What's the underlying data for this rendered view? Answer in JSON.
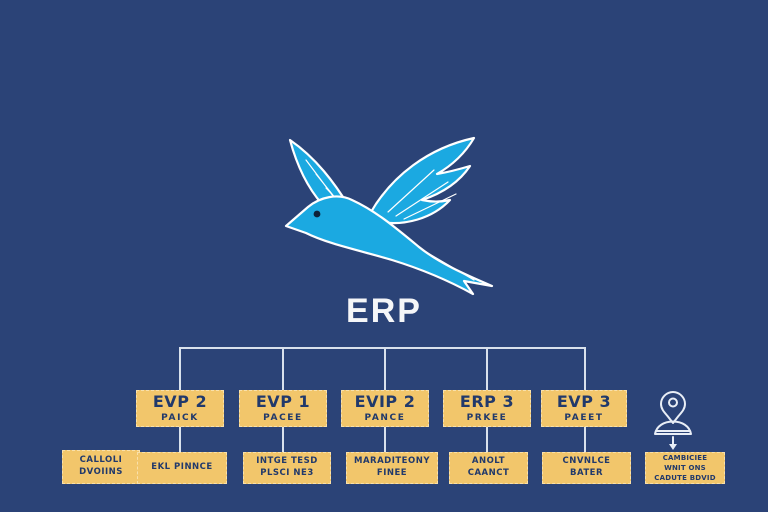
{
  "page": {
    "background": "#2B4377"
  },
  "logo": {
    "icon": "flying-bird-icon",
    "color": "#1BA9E1"
  },
  "root": {
    "label": "ERP"
  },
  "level1_boxes": [
    {
      "title": "EVP 2",
      "subtitle": "PAICK"
    },
    {
      "title": "EVP 1",
      "subtitle": "PACEE"
    },
    {
      "title": "EVIP 2",
      "subtitle": "PANCE"
    },
    {
      "title": "ERP 3",
      "subtitle": "PRKEE"
    },
    {
      "title": "EVP 3",
      "subtitle": "PAEET"
    }
  ],
  "level2_boxes": [
    {
      "lines": [
        "CALLOLI",
        "DVOIINS"
      ]
    },
    {
      "lines": [
        "EKL PINNCE"
      ]
    },
    {
      "lines": [
        "INTGE TESD",
        "PLSCI NE3"
      ]
    },
    {
      "lines": [
        "MARADITEONY",
        "FINEE"
      ]
    },
    {
      "lines": [
        "ANOLT",
        "CAANCT"
      ]
    },
    {
      "lines": [
        "CNVNLCE",
        "BATER"
      ]
    },
    {
      "lines": [
        "CAMBICIEE",
        "WNIT ONS",
        "CADUTE BDVID"
      ]
    }
  ],
  "right_branch": {
    "icon": "person-location-pin-icon"
  },
  "colors": {
    "background": "#2B4377",
    "bird_blue": "#1BA9E1",
    "box_fill": "#F2C66B",
    "box_text": "#21396B",
    "connector": "#D9E1EC",
    "title_text": "#F5F6F8"
  }
}
